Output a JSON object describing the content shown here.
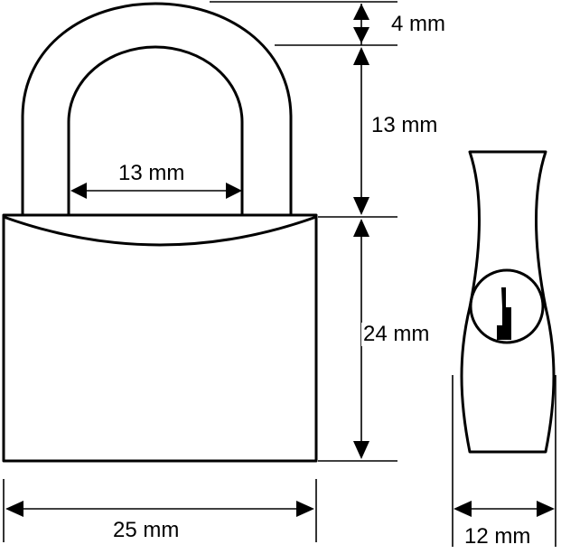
{
  "dimensions": {
    "shackle_clearance": "4 mm",
    "shackle_height": "13 mm",
    "shackle_inner_width": "13 mm",
    "body_height": "24 mm",
    "body_width": "25 mm",
    "body_depth": "12 mm"
  },
  "colors": {
    "stroke": "#000000",
    "background": "#ffffff"
  }
}
